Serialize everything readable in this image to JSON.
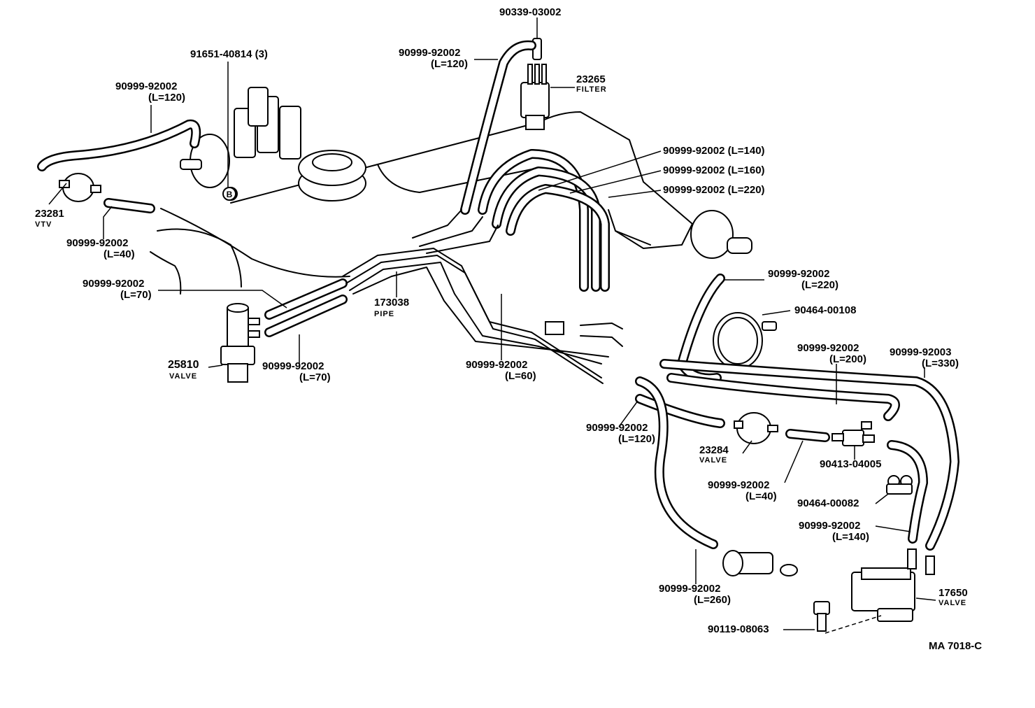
{
  "labels": {
    "p90339": "90339-03002",
    "p23265": "23265",
    "p23265_name": "FILTER",
    "p91651": "91651-40814 (3)",
    "hose_top_left_part": "90999-92002",
    "hose_top_left_len": "(L=120)",
    "hose_top_mid_part": "90999-92002",
    "hose_top_mid_len": "(L=120)",
    "hose_140": "90999-92002 (L=140)",
    "hose_160": "90999-92002 (L=160)",
    "hose_220": "90999-92002 (L=220)",
    "p23281": "23281",
    "p23281_name": "VTV",
    "hose_40a_part": "90999-92002",
    "hose_40a_len": "(L=40)",
    "hose_70a_part": "90999-92002",
    "hose_70a_len": "(L=70)",
    "p25810": "25810",
    "p25810_name": "VALVE",
    "hose_70b_part": "90999-92002",
    "hose_70b_len": "(L=70)",
    "p173038": "173038",
    "p173038_name": "PIPE",
    "hose_60_part": "90999-92002",
    "hose_60_len": "(L=60)",
    "hose_220b_part": "90999-92002",
    "hose_220b_len": "(L=220)",
    "p90464a": "90464-00108",
    "hose_200_part": "90999-92002",
    "hose_200_len": "(L=200)",
    "hose_330_part": "90999-92003",
    "hose_330_len": "(L=330)",
    "hose_120b_part": "90999-92002",
    "hose_120b_len": "(L=120)",
    "p23284": "23284",
    "p23284_name": "VALVE",
    "p90413": "90413-04005",
    "hose_40b_part": "90999-92002",
    "hose_40b_len": "(L=40)",
    "p90464b": "90464-00082",
    "hose_140b_part": "90999-92002",
    "hose_140b_len": "(L=140)",
    "hose_260_part": "90999-92002",
    "hose_260_len": "(L=260)",
    "p17650": "17650",
    "p17650_name": "VALVE",
    "p90119": "90119-08063",
    "drawing_ref": "MA 7018-C",
    "marker_b": "B"
  }
}
